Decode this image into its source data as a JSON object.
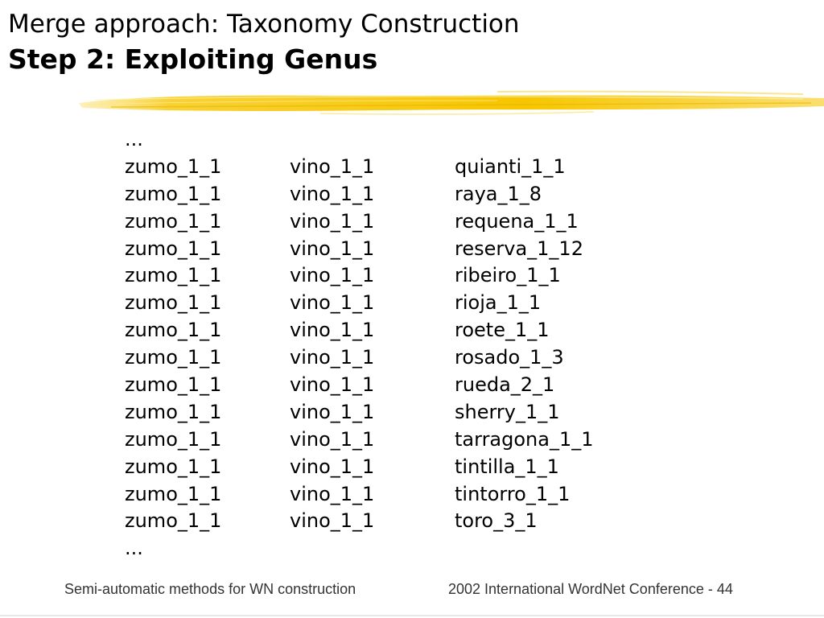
{
  "slide": {
    "title": "Merge approach: Taxonomy Construction",
    "subtitle": "Step 2: Exploiting Genus",
    "accent_color": "#f7c600",
    "ellipsis_top": "...",
    "ellipsis_bottom": "...",
    "rows": [
      [
        "zumo_1_1",
        "vino_1_1",
        "quianti_1_1"
      ],
      [
        "zumo_1_1",
        "vino_1_1",
        "raya_1_8"
      ],
      [
        "zumo_1_1",
        "vino_1_1",
        "requena_1_1"
      ],
      [
        "zumo_1_1",
        "vino_1_1",
        "reserva_1_12"
      ],
      [
        "zumo_1_1",
        "vino_1_1",
        "ribeiro_1_1"
      ],
      [
        "zumo_1_1",
        "vino_1_1",
        "rioja_1_1"
      ],
      [
        "zumo_1_1",
        "vino_1_1",
        "roete_1_1"
      ],
      [
        "zumo_1_1",
        "vino_1_1",
        "rosado_1_3"
      ],
      [
        "zumo_1_1",
        "vino_1_1",
        "rueda_2_1"
      ],
      [
        "zumo_1_1",
        "vino_1_1",
        "sherry_1_1"
      ],
      [
        "zumo_1_1",
        "vino_1_1",
        "tarragona_1_1"
      ],
      [
        "zumo_1_1",
        "vino_1_1",
        "tintilla_1_1"
      ],
      [
        "zumo_1_1",
        "vino_1_1",
        "tintorro_1_1"
      ],
      [
        "zumo_1_1",
        "vino_1_1",
        "toro_3_1"
      ]
    ]
  },
  "footer": {
    "left": "Semi-automatic methods for WN construction",
    "right": "2002 International WordNet Conference - 44"
  }
}
